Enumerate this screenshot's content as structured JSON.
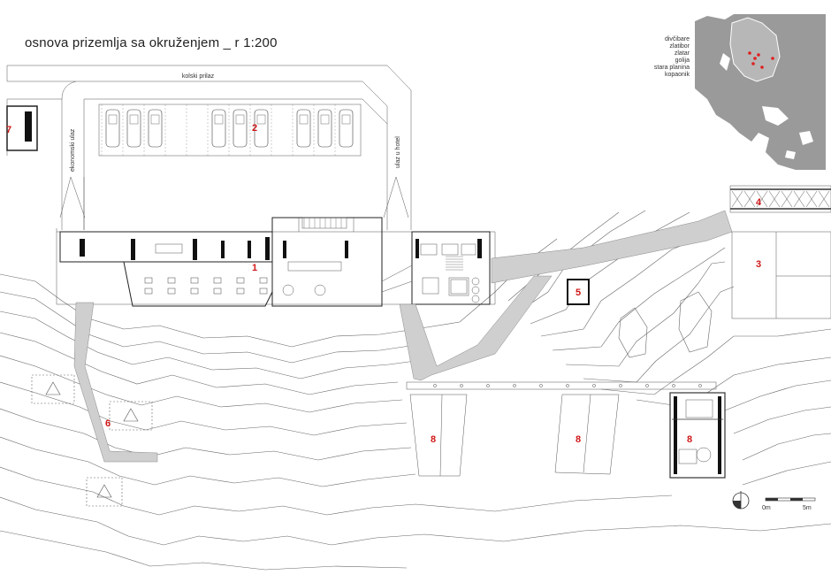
{
  "title": "osnova prizemlja sa okruženjem _ r 1:200",
  "labels": {
    "kolski_prilaz": "kolski prilaz",
    "ekonomski_ulaz": "ekonomski ulaz",
    "ulaz_u_hotel": "ulaz u hotel"
  },
  "zones": [
    "1",
    "2",
    "3",
    "4",
    "5",
    "6",
    "7",
    "8",
    "8",
    "8"
  ],
  "map_legend": [
    "divčibare",
    "zlatibor",
    "zlatar",
    "golija",
    "stara planina",
    "kopaonik"
  ],
  "scale_bar": {
    "start": "0m",
    "end": "5m"
  },
  "colors": {
    "zone_number": "#d01818",
    "map_land": "#9a9a9a",
    "map_country": "#b7b7b7",
    "marker": "#e02020",
    "path": "#cfcfcf"
  }
}
